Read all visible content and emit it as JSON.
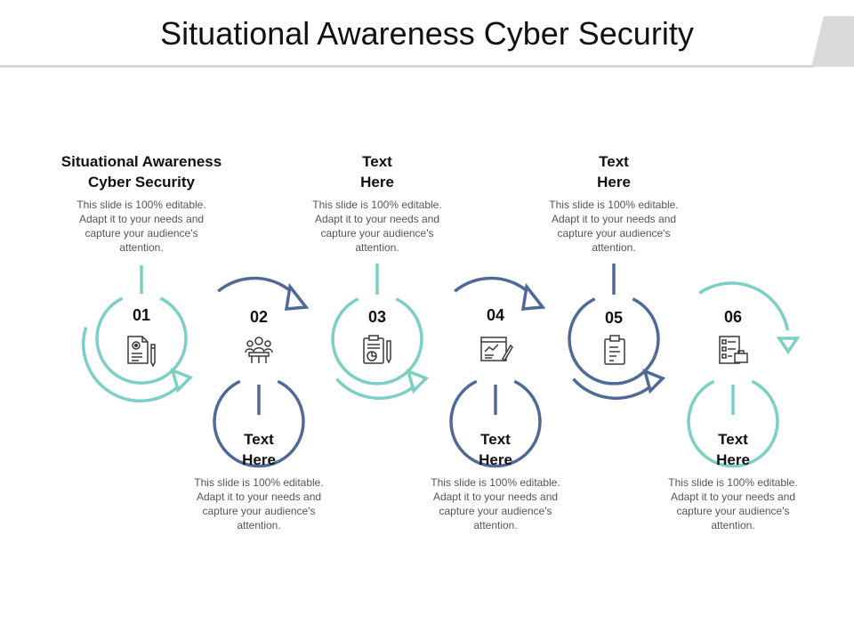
{
  "title": "Situational Awareness Cyber Security",
  "colors": {
    "teal": "#7ccfc4",
    "navy": "#4f6a98",
    "rule": "#d9d9d9",
    "corner": "#d9d9d9"
  },
  "steps": [
    {
      "number": "01",
      "heading_line1": "Situational Awareness",
      "heading_line2": "Cyber Security",
      "body": "This slide is 100% editable. Adapt it to your needs and capture your audience's attention.",
      "icon": "document-gear-icon"
    },
    {
      "number": "02",
      "heading_line1": "Text",
      "heading_line2": "Here",
      "body": "This slide is 100% editable. Adapt it to your needs and capture your audience's attention.",
      "icon": "team-meeting-icon"
    },
    {
      "number": "03",
      "heading_line1": "Text",
      "heading_line2": "Here",
      "body": "This slide is 100% editable. Adapt it to your needs and capture your audience's attention.",
      "icon": "clipboard-chart-icon"
    },
    {
      "number": "04",
      "heading_line1": "Text",
      "heading_line2": "Here",
      "body": "This slide is 100% editable. Adapt it to your needs and capture your audience's attention.",
      "icon": "report-pen-icon"
    },
    {
      "number": "05",
      "heading_line1": "Text",
      "heading_line2": "Here",
      "body": "This slide is 100% editable. Adapt it to your needs and capture your audience's attention.",
      "icon": "clipboard-list-icon"
    },
    {
      "number": "06",
      "heading_line1": "Text",
      "heading_line2": "Here",
      "body": "This slide is 100% editable. Adapt it to your needs and capture your audience's attention.",
      "icon": "checklist-briefcase-icon"
    }
  ]
}
